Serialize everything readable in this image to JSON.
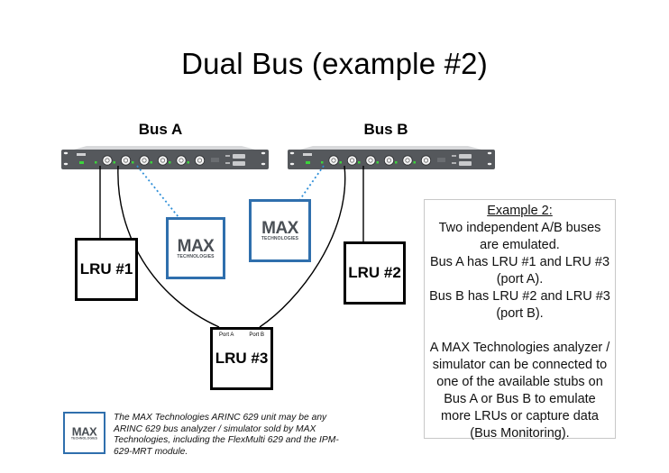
{
  "title": "Dual Bus (example #2)",
  "buses": [
    {
      "label": "Bus A"
    },
    {
      "label": "Bus B"
    }
  ],
  "lrus": {
    "lru1": "LRU #1",
    "lru2": "LRU #2",
    "lru3": "LRU #3",
    "lru3_ports": [
      "Port A",
      "Port B"
    ]
  },
  "logo": {
    "word": "MAX",
    "subtitle": "TECHNOLOGIES",
    "border_color": "#2f6fad",
    "text_color": "#4a4f55",
    "accent_color": "#2f7f9a"
  },
  "bus_coupler": {
    "body_color": "#55585c",
    "led_color": "#3cd43c",
    "stub_count": 6
  },
  "connection_colors": {
    "lru_wire": "#000000",
    "analyzer_link": "#2f8fd8"
  },
  "info_box": {
    "heading": "Example 2:",
    "paragraph1": [
      "Two independent A/B buses",
      "are emulated.",
      "Bus A has LRU #1 and LRU #3",
      "(port A).",
      "Bus B has LRU #2 and LRU #3",
      "(port B)."
    ],
    "paragraph2": [
      "A MAX Technologies analyzer /",
      "simulator can be connected to",
      "one of the available stubs on",
      "Bus A or Bus B to emulate",
      "more LRUs or capture data",
      "(Bus Monitoring)."
    ]
  },
  "footnote": "The MAX Technologies ARINC 629 unit may be any ARINC 629 bus analyzer / simulator sold by MAX Technologies, including the FlexMulti 629 and the IPM-629-MRT module."
}
